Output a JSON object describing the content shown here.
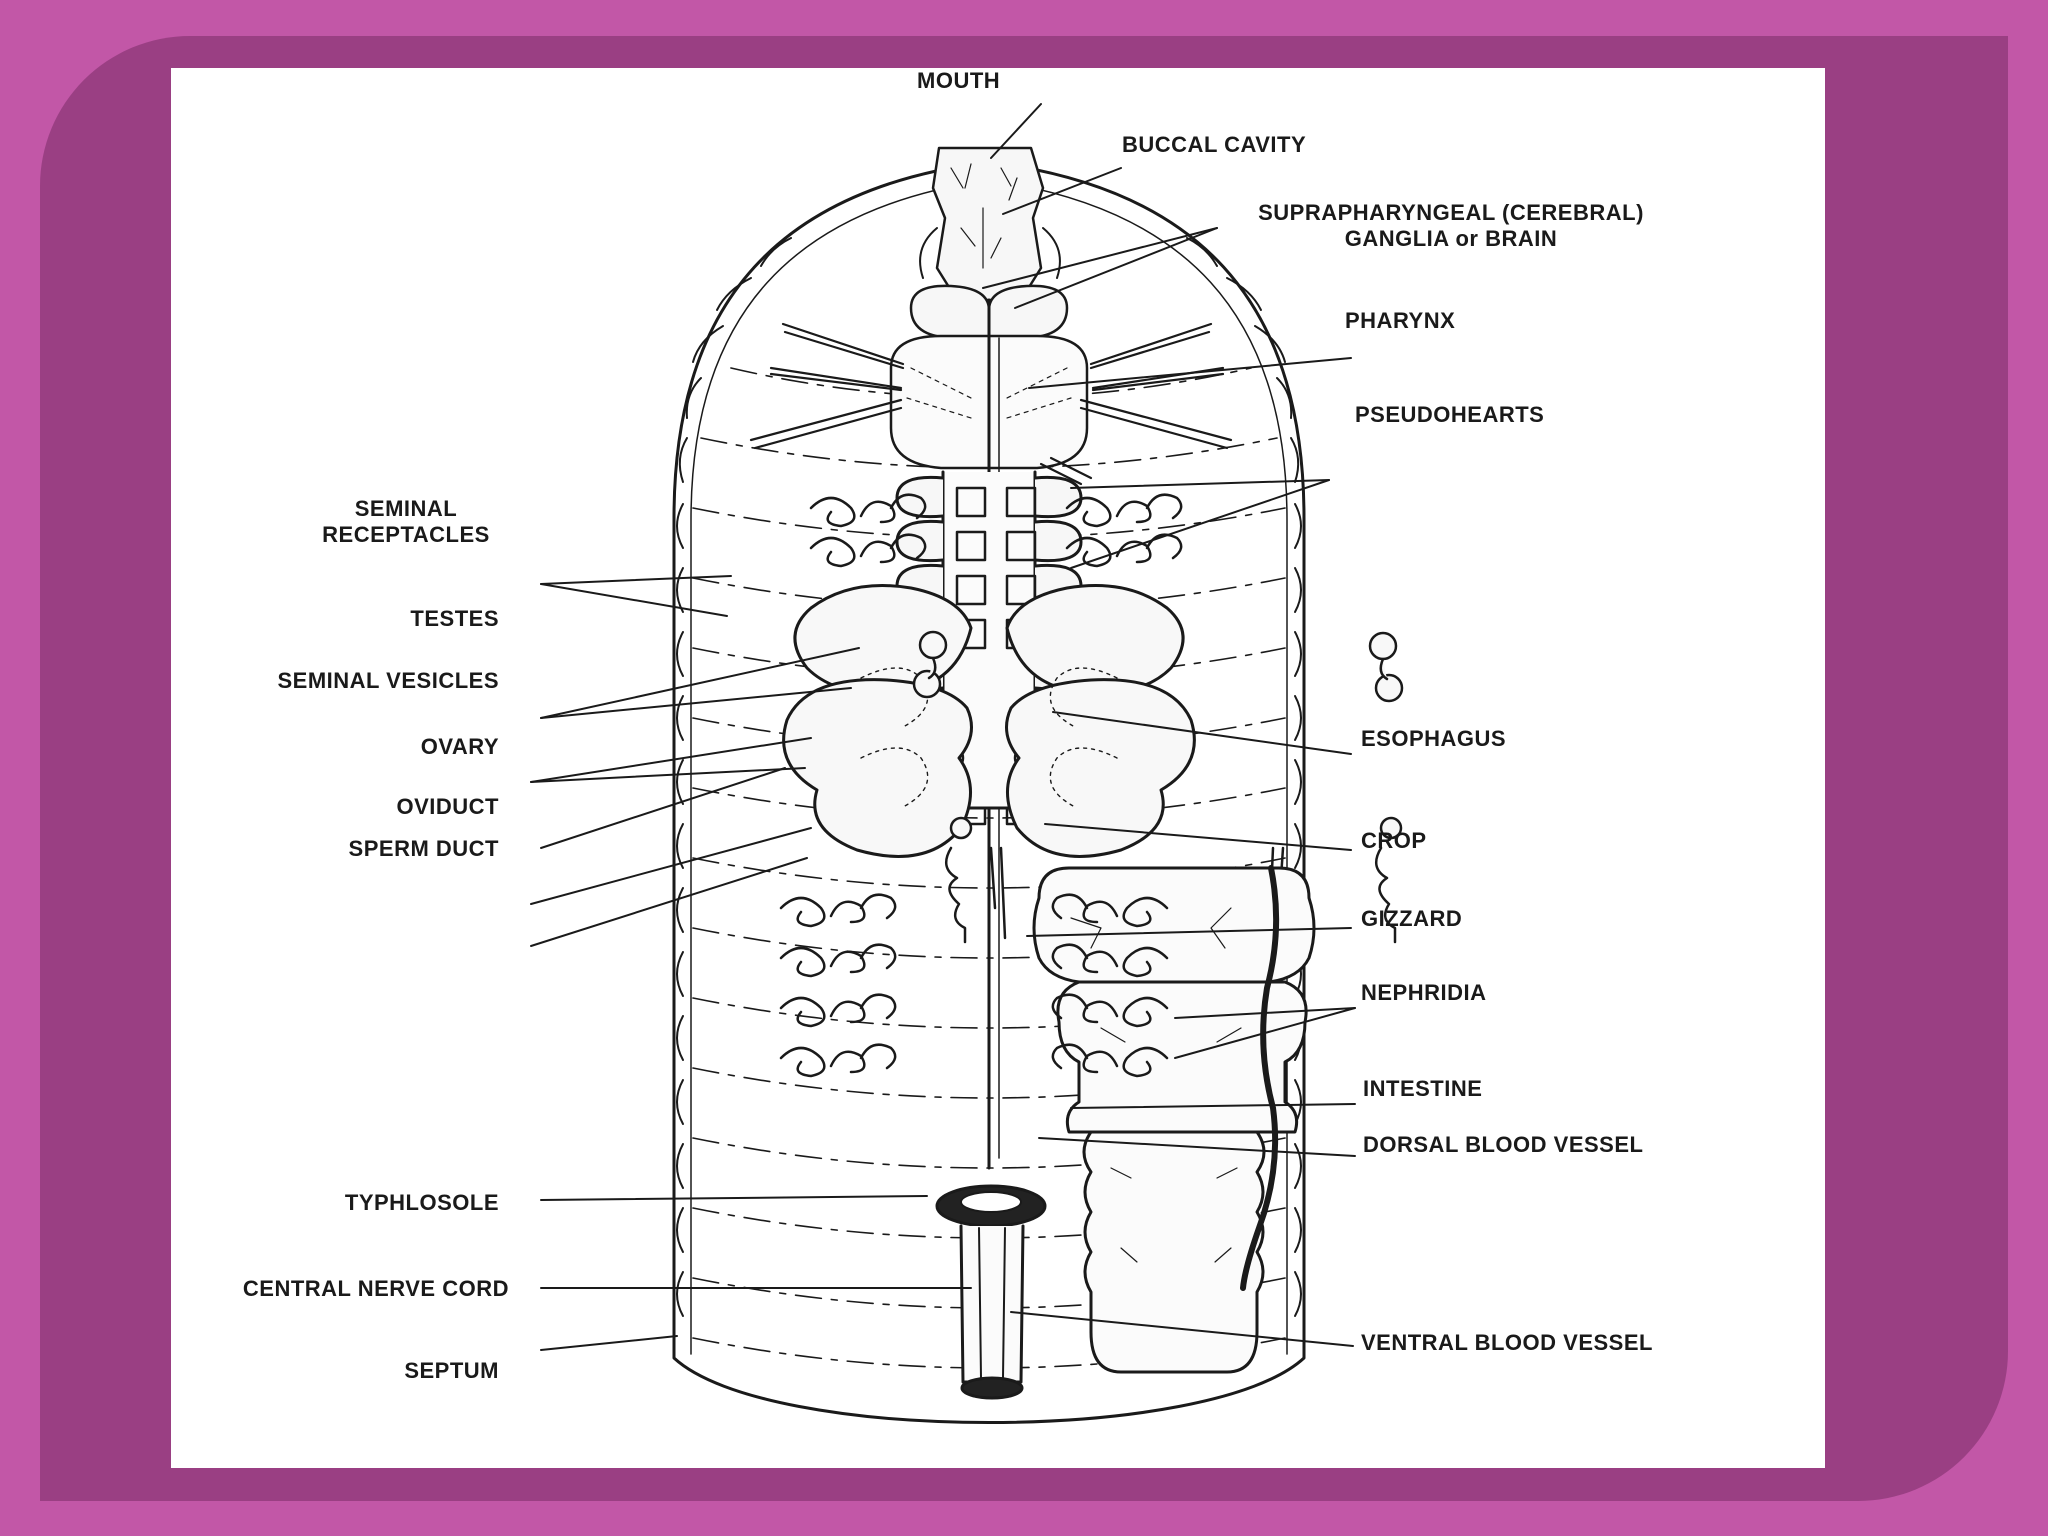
{
  "labels": {
    "mouth": "MOUTH",
    "buccal_cavity": "BUCCAL CAVITY",
    "brain_line1": "SUPRAPHARYNGEAL (CEREBRAL)",
    "brain_line2": "GANGLIA or BRAIN",
    "pharynx": "PHARYNX",
    "pseudohearts": "PSEUDOHEARTS",
    "seminal_receptacles_line1": "SEMINAL",
    "seminal_receptacles_line2": "RECEPTACLES",
    "testes": "TESTES",
    "seminal_vesicles": "SEMINAL VESICLES",
    "ovary": "OVARY",
    "oviduct": "OVIDUCT",
    "sperm_duct": "SPERM DUCT",
    "esophagus": "ESOPHAGUS",
    "crop": "CROP",
    "gizzard": "GIZZARD",
    "nephridia": "NEPHRIDIA",
    "intestine": "INTESTINE",
    "dorsal_blood_vessel": "DORSAL BLOOD VESSEL",
    "typhlosole": "TYPHLOSOLE",
    "central_nerve_cord": "CENTRAL NERVE CORD",
    "septum": "SEPTUM",
    "ventral_blood_vessel": "VENTRAL BLOOD VESSEL"
  },
  "colors": {
    "slide_background": "#c257a7",
    "frame": "#9a3f83",
    "panel": "#ffffff",
    "ink": "#1a1a1a"
  }
}
